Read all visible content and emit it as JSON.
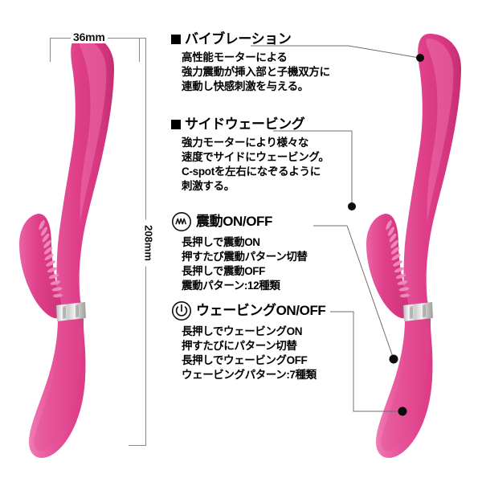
{
  "page": {
    "background": "#ffffff",
    "product_color_light": "#ef5fa4",
    "product_color": "#e0408a",
    "product_color_dark": "#c72f74",
    "band_color": "#d9d9d9",
    "leader_color": "#6f6f6f",
    "dim_color": "#8b8b8b"
  },
  "dimensions": {
    "width_label": "36mm",
    "height_label": "208mm"
  },
  "sections": [
    {
      "id": "vibration",
      "marker": "square",
      "title": "バイブレーション",
      "body": "高性能モーターによる\n強力震動が挿入部と子機双方に\n連動し快感刺激を与える。"
    },
    {
      "id": "side-waving",
      "marker": "square",
      "title": "サイドウェービング",
      "body": "強力モーターにより様々な\n速度でサイドにウェービング。\nC-spotを左右になぞるように\n刺激する。"
    },
    {
      "id": "vibration-onoff",
      "marker": "wave-icon",
      "title": "震動ON/OFF",
      "body": "長押しで震動ON\n押すたび震動パターン切替\n長押しで震動OFF\n震動パターン:12種類"
    },
    {
      "id": "waving-onoff",
      "marker": "power-icon",
      "title": "ウェービングON/OFF",
      "body": "長押しでウェービングON\n押すたびにパターン切替\n長押しでウェービングOFF\nウェービングパターン:7種類"
    }
  ],
  "callouts": [
    {
      "id": "callout-vibration",
      "target": "shaft-tip"
    },
    {
      "id": "callout-side-waving",
      "target": "clitoral-arm"
    },
    {
      "id": "callout-vibration-onoff",
      "target": "upper-button"
    },
    {
      "id": "callout-waving-onoff",
      "target": "lower-button"
    }
  ],
  "products": [
    {
      "id": "product-left",
      "view": "dimensioned"
    },
    {
      "id": "product-right",
      "view": "callout"
    }
  ]
}
